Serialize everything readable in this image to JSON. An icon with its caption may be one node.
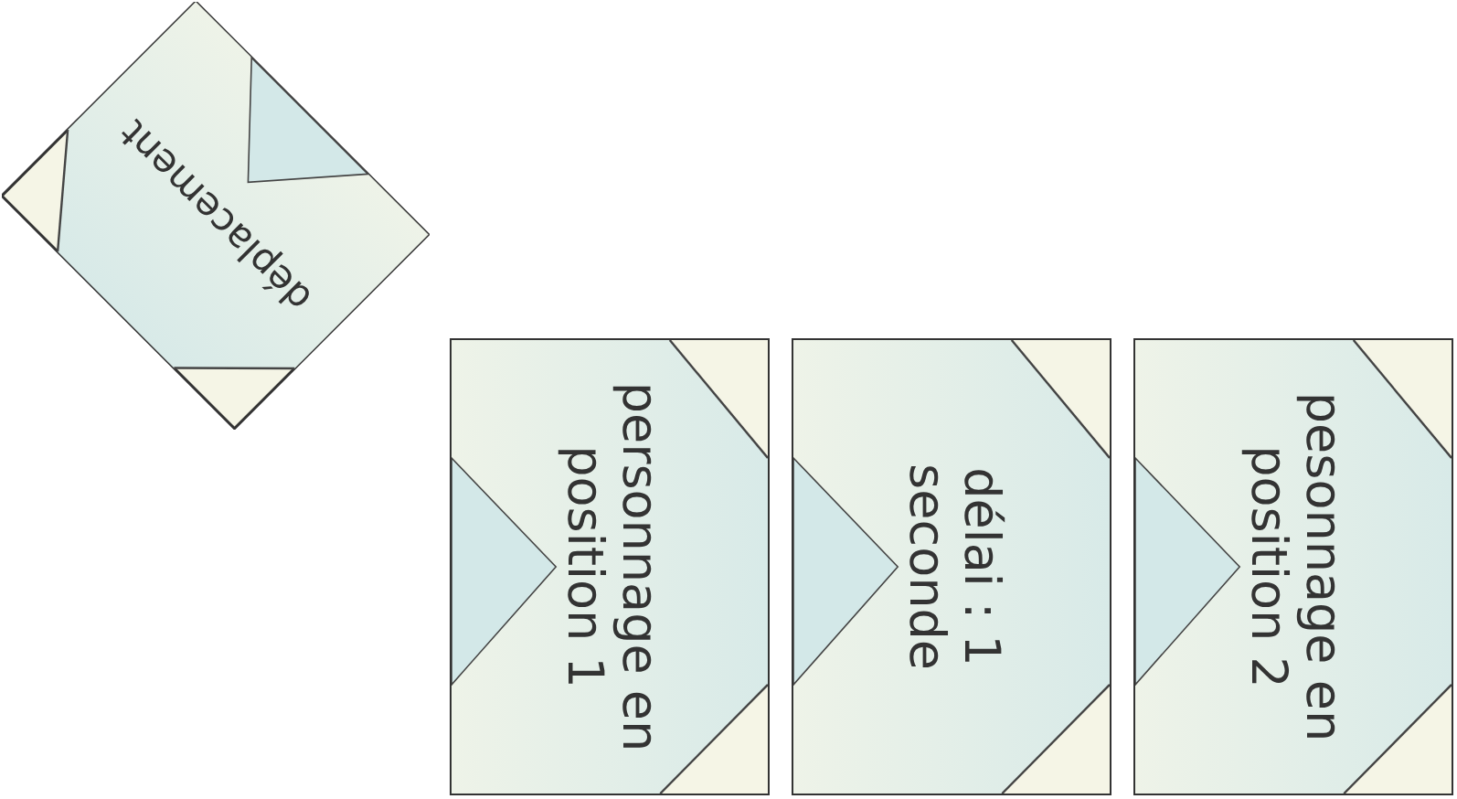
{
  "diagram": {
    "nodes": [
      {
        "text": [
          "déplacement"
        ]
      },
      {
        "text": [
          "personnage en position 1"
        ]
      },
      {
        "text": [
          "délai : 1 seconde"
        ]
      },
      {
        "text": [
          "pesonnage en position 2"
        ]
      }
    ]
  }
}
